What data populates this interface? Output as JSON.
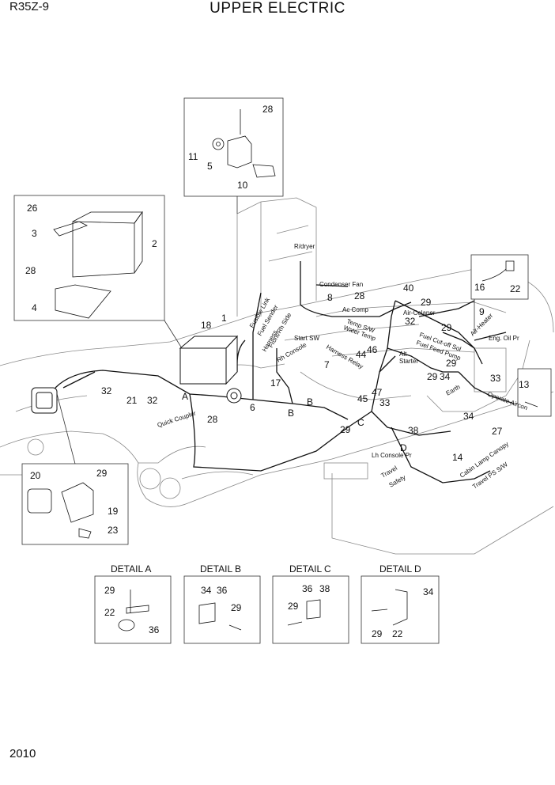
{
  "header": {
    "model": "R35Z-9",
    "title": "UPPER ELECTRIC"
  },
  "footer": {
    "page_number": "2010"
  },
  "callouts": {
    "c28a": "28",
    "c11": "11",
    "c5": "5",
    "c10": "10",
    "c26": "26",
    "c3": "3",
    "c2": "2",
    "c28b": "28",
    "c4": "4",
    "c1": "1",
    "c18": "18",
    "c8": "8",
    "c40": "40",
    "c28c": "28",
    "c29a": "29",
    "c32a": "32",
    "c9": "9",
    "c16": "16",
    "c22a": "22",
    "c29b": "29",
    "c44": "44",
    "c46": "46",
    "c7": "7",
    "c17": "17",
    "c6": "6",
    "c28d": "28",
    "c32b": "32",
    "c21": "21",
    "c32c": "32",
    "cA": "A",
    "cB1": "B",
    "cB2": "B",
    "c45": "45",
    "c47": "47",
    "c33a": "33",
    "c29c": "29",
    "cC": "C",
    "c38a": "38",
    "cD": "D",
    "c34a": "34",
    "c14": "14",
    "c27": "27",
    "c29d": "29",
    "c34b": "34",
    "c33b": "33",
    "c29e": "29",
    "c13": "13",
    "c20": "20",
    "c29f": "29",
    "c19": "19",
    "c23": "23"
  },
  "wire_labels": {
    "rdryer": "R/dryer",
    "condenser": "Condenser Fan",
    "accomp": "Ac Comp",
    "aircleaner": "Air-Celaner",
    "alt": "Alt",
    "starter": "Starter",
    "startsw": "Start SW",
    "englpr": "Eng. Oil Pr",
    "lhconsole": "Lh Console Pr",
    "quickcoupler": "Quick Coupler",
    "harness": "Harness",
    "frontrh": "Front/Rh Side",
    "fuelsender": "Fuel Sender",
    "fusiblelink": "Fusible Link",
    "rhconsole": "Rh Console",
    "harnessrelay": "Harness Relay",
    "tempsw": "Temp S/W",
    "watertemp": "Water Temp",
    "fuelcutoff": "Fuel Cut-off Sol",
    "fuelfeed": "Fuel Feed Pump",
    "airheater": "Air-Heater",
    "earth": "Earth",
    "opersw": "Operate Aircon",
    "travel": "Travel",
    "safety": "Safety",
    "cabinlamp": "Cabin Lamp Canopy",
    "travelps": "Travel PS S/W"
  },
  "details": {
    "a": {
      "title": "DETAIL A",
      "labels": [
        "29",
        "22",
        "36"
      ]
    },
    "b": {
      "title": "DETAIL B",
      "labels": [
        "34",
        "36",
        "29"
      ]
    },
    "c": {
      "title": "DETAIL C",
      "labels": [
        "36",
        "38",
        "29"
      ]
    },
    "d": {
      "title": "DETAIL D",
      "labels": [
        "34",
        "29",
        "22"
      ]
    }
  }
}
